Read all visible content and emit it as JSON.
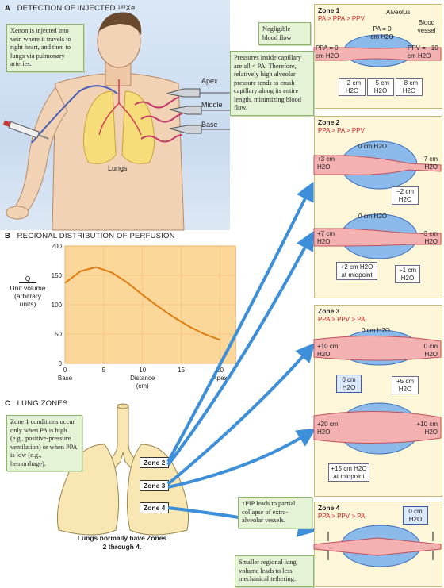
{
  "section_a": {
    "letter": "A",
    "title": "DETECTION OF INJECTED ¹³³Xe",
    "xenon_note": "Xenon is injected into vein where it travels to right heart, and then to lungs via pulmonary arteries.",
    "lungs_label": "Lungs",
    "detectors": [
      "Apex",
      "Middle",
      "Base"
    ]
  },
  "section_b": {
    "letter": "B",
    "title": "REGIONAL DISTRIBUTION OF PERFUSION",
    "ylabel_q": "Q̇",
    "ylabel_rest": [
      "Unit volume",
      "(arbitrary",
      "units)"
    ]
  },
  "chart_data": {
    "type": "line",
    "x": [
      0,
      2,
      4,
      6,
      8,
      10,
      12,
      14,
      16,
      18,
      20
    ],
    "series": [
      {
        "values": [
          137,
          157,
          164,
          155,
          138,
          117,
          97,
          79,
          63,
          50,
          40
        ]
      }
    ],
    "xlim": [
      0,
      22
    ],
    "ylim": [
      0,
      200
    ],
    "xticks": [
      "0",
      "5",
      "10",
      "15",
      "20"
    ],
    "yticks": [
      "0",
      "50",
      "100",
      "150",
      "200"
    ],
    "xlabel": "Distance\n(cm)",
    "x_end_labels": [
      "Base",
      "Apex"
    ],
    "colors": {
      "background": "#fcd79a",
      "line": "#e07b10",
      "grid": "#f3c27a"
    }
  },
  "section_c": {
    "letter": "C",
    "title": "LUNG ZONES",
    "zone1_note": "Zone 1 conditions occur only when PA is high (e.g., positive-pressure ventilation) or when PPA is low (e.g., hemorrhage).",
    "zone_tags": [
      "Zone 2",
      "Zone 3",
      "Zone 4"
    ],
    "caption": "Lungs normally have Zones 2 through 4."
  },
  "zone1": {
    "title": "Zone 1",
    "condition": "PA > PPA > PPV",
    "negligible": "Negligible blood flow",
    "alveolus": "Alveolus",
    "vessel": "Blood vessel",
    "pa": "PA = 0",
    "pa_unit": "cm H2O",
    "ppa": "PPA = 0",
    "ppa_unit": "cm H2O",
    "ppv": "PPV = −10",
    "ppv_unit": "cm H2O",
    "pressures_note": "Pressures inside capillary are all < PA. Therefore, relatively high alveolar pressure tends to crush capillary along its entire length, minimizing blood flow.",
    "boxes": [
      "−2 cm H2O",
      "−5 cm H2O",
      "−8 cm H2O"
    ]
  },
  "zone2": {
    "title": "Zone 2",
    "condition": "PPA > PA > PPV",
    "top": {
      "alv": "0 cm H2O",
      "left": "+3 cm H2O",
      "right": "−7 cm H2O",
      "box": "−2 cm H2O"
    },
    "bottom": {
      "alv": "0 cm H2O",
      "left": "+7 cm H2O",
      "right": "−3 cm H2O",
      "box1": "+2 cm H2O at midpoint",
      "box2": "−1 cm H2O"
    }
  },
  "zone3": {
    "title": "Zone 3",
    "condition": "PPA > PPV > PA",
    "top": {
      "alv": "0 cm H2O",
      "left": "+10 cm H2O",
      "right": "0 cm H2O",
      "box": "+5 cm H2O"
    },
    "blue_box": "0 cm H2O",
    "bottom": {
      "left": "+20 cm H2O",
      "right": "+10 cm H2O",
      "box": "+15 cm H2O at midpoint"
    }
  },
  "zone4": {
    "title": "Zone 4",
    "condition": "PPA > PPV > PA",
    "blue_box": "0 cm H2O",
    "pip_note": "↑PIP leads to partial collapse of extra-alveolar vessels.",
    "tether_note": "Smaller regional lung volume leads to less mechanical tethering."
  }
}
